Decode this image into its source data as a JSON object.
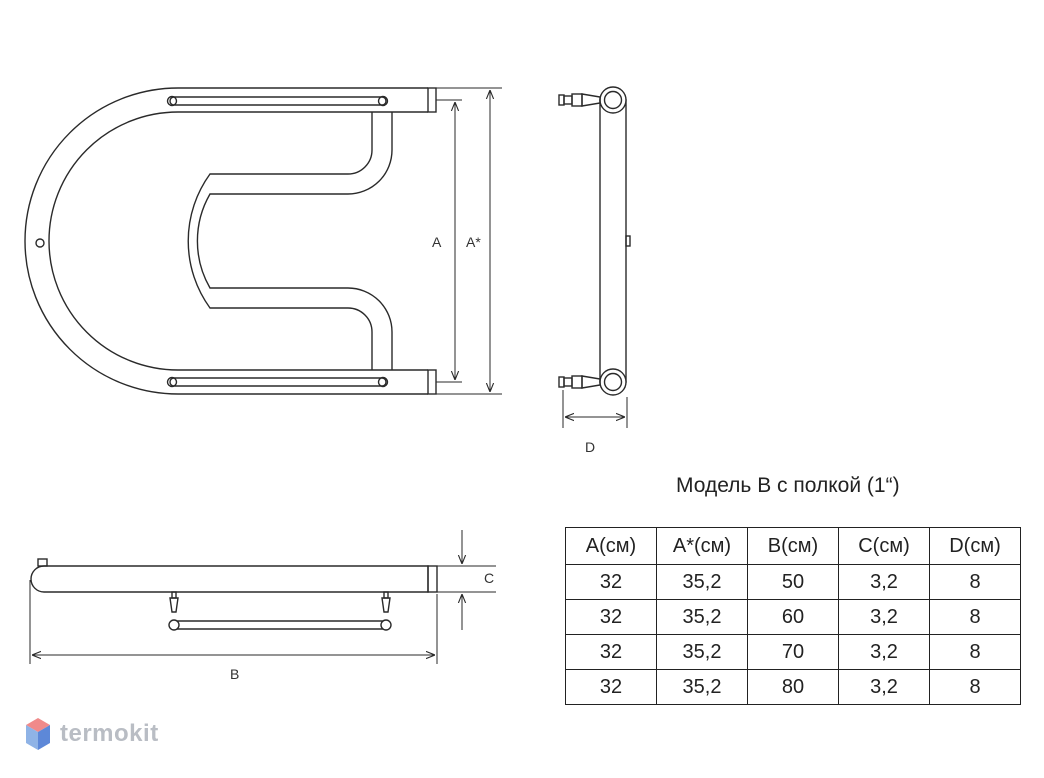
{
  "labels": {
    "a": "A",
    "a_star": "A*",
    "d": "D",
    "c": "C",
    "b": "B"
  },
  "table": {
    "title": "Модель В с полкой (1“)",
    "headers": [
      "A(см)",
      "A*(см)",
      "B(см)",
      "C(см)",
      "D(см)"
    ],
    "rows": [
      [
        "32",
        "35,2",
        "50",
        "3,2",
        "8"
      ],
      [
        "32",
        "35,2",
        "60",
        "3,2",
        "8"
      ],
      [
        "32",
        "35,2",
        "70",
        "3,2",
        "8"
      ],
      [
        "32",
        "35,2",
        "80",
        "3,2",
        "8"
      ]
    ]
  },
  "logo": {
    "text": "termokit",
    "colors": {
      "top": "#f08a8a",
      "left": "#8fb3e6",
      "right": "#5d88d8"
    }
  },
  "colors": {
    "line": "#2a2a2a",
    "text": "#222222"
  }
}
